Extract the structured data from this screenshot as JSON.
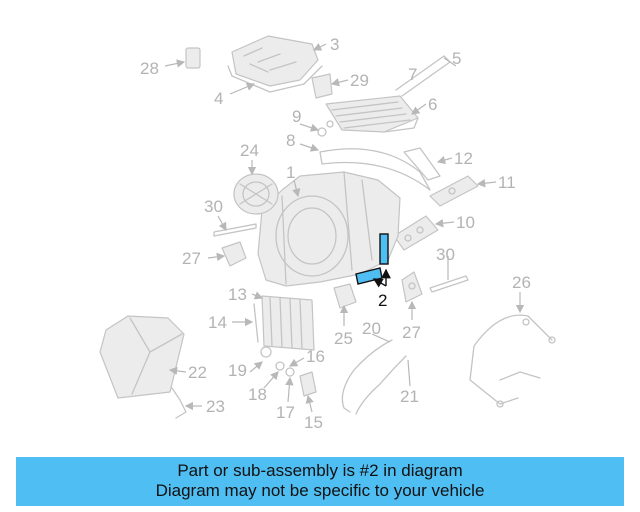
{
  "diagram": {
    "highlight_label": "2",
    "callouts": [
      "1",
      "3",
      "4",
      "5",
      "6",
      "7",
      "8",
      "9",
      "10",
      "11",
      "12",
      "13",
      "14",
      "15",
      "16",
      "17",
      "18",
      "19",
      "20",
      "21",
      "22",
      "23",
      "24",
      "25",
      "26",
      "27",
      "28",
      "29",
      "29",
      "30",
      "30"
    ]
  },
  "banner": {
    "line1": "Part or sub-assembly is #2 in diagram",
    "line2": "Diagram may not be specific to your vehicle"
  },
  "colors": {
    "banner": "#4fbef3",
    "highlight_part": "#4fbef3",
    "diagram_line": "#c4c4c4",
    "callout_text": "#b3b3b3"
  }
}
